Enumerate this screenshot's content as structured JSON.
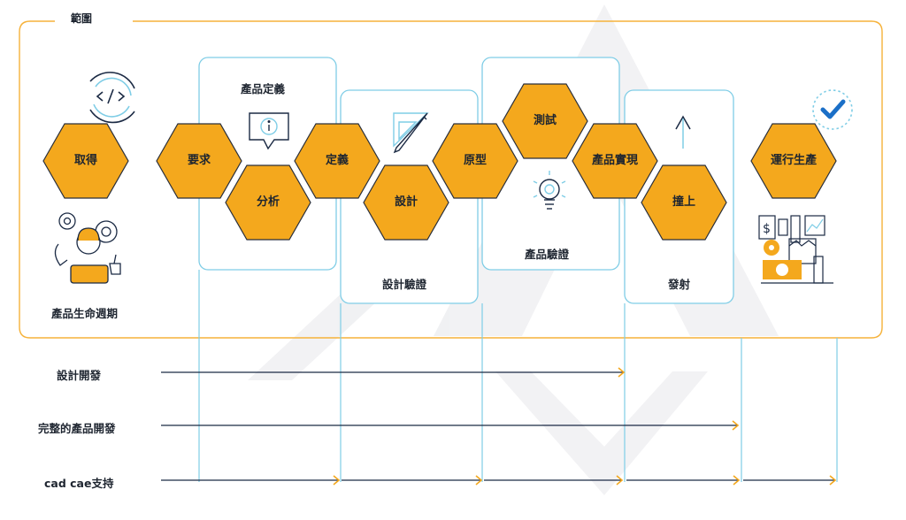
{
  "scope_label": "範圍",
  "lifecycle_label": "產品生命週期",
  "hexagons": {
    "acquire": "取得",
    "requirements": "要求",
    "analysis": "分析",
    "definition": "定義",
    "design": "設計",
    "prototype": "原型",
    "test": "測試",
    "realization": "產品實現",
    "launch": "撞上",
    "operation": "運行生產"
  },
  "groups": {
    "product_definition": "產品定義",
    "design_verification": "設計驗證",
    "product_verification": "產品驗證",
    "release": "發射"
  },
  "rows": {
    "design_dev": "設計開發",
    "full_dev": "完整的產品開發",
    "cad_support": "cad cae支持"
  },
  "colors": {
    "hex_fill": "#f4a81d",
    "hex_stroke": "#2a2f3a",
    "frame_orange": "#f6b23a",
    "box_blue": "#7fcde6",
    "arrow_navy": "#1b2a44",
    "arrowhead": "#f4a81d"
  },
  "icons": [
    "code-sync-icon",
    "support-agent-icon",
    "info-bubble-icon",
    "ruler-pencil-icon",
    "lightbulb-gear-icon",
    "up-arrow-icon",
    "check-circle-icon",
    "factory-money-icon"
  ]
}
